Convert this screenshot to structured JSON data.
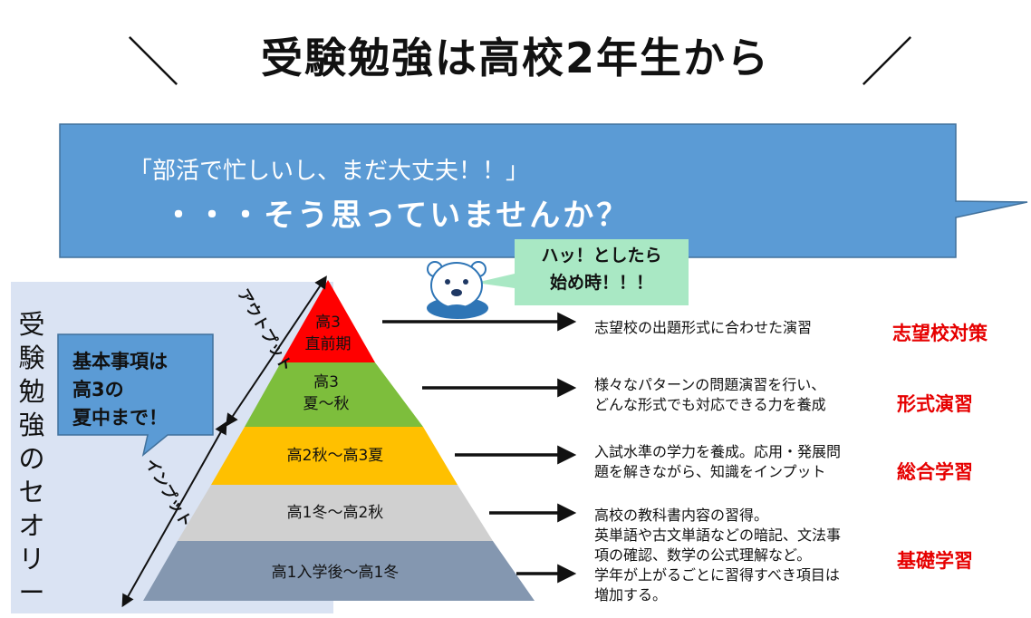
{
  "title": "受験勉強は高校2年生から",
  "title_slashes": [
    "＼",
    "／"
  ],
  "speech": {
    "line1": "「部活で忙しいし、まだ大丈夫！！」",
    "line2": "・・・そう思っていませんか？"
  },
  "realize": {
    "line1": "ハッ！としたら",
    "line2": "始め時！！！"
  },
  "theory_label": [
    "受",
    "験",
    "勉",
    "強",
    "の",
    "セ",
    "オ",
    "リ",
    "ー"
  ],
  "callout": {
    "line1": "基本事項は",
    "line2": "高3の",
    "line3": "夏中まで！"
  },
  "axis_labels": {
    "output": "アウトプット",
    "input": "インプット"
  },
  "levels": [
    {
      "line1": "高3",
      "line2": "直前期",
      "color": "#ff0000",
      "desc": [
        "志望校の出題形式に合わせた演習"
      ],
      "category": "志望校対策"
    },
    {
      "line1": "高3",
      "line2": "夏～秋",
      "color": "#7dbe3c",
      "desc": [
        "様々なパターンの問題演習を行い、",
        "どんな形式でも対応できる力を養成"
      ],
      "category": "形式演習"
    },
    {
      "line1": "高2秋～高3夏",
      "color": "#ffc000",
      "desc": [
        "入試水準の学力を養成。応用・発展問",
        "題を解きながら、知識をインプット"
      ],
      "category": "総合学習"
    },
    {
      "line1": "高1冬～高2秋",
      "color": "#d0d0d0"
    },
    {
      "line1": "高1入学後～高1冬",
      "color": "#8497b0"
    }
  ],
  "basics_desc": [
    "高校の教科書内容の習得。",
    "英単語や古文単語などの暗記、文法事",
    "項の確認、数学の公式理解など。",
    "学年が上がるごとに習得すべき項目は",
    "増加する。"
  ],
  "basics_category": "基礎学習",
  "colors": {
    "speech_bubble": "#5b9bd5",
    "callout": "#5b9bd5",
    "theory_panel": "#dae3f3",
    "realize_bubble": "#a9e8c4",
    "category_text": "#e60000",
    "mascot": "#2e75b6"
  },
  "icons": [
    "bear-mascot-icon",
    "arrow-right-icon",
    "double-headed-arrow-icon"
  ]
}
